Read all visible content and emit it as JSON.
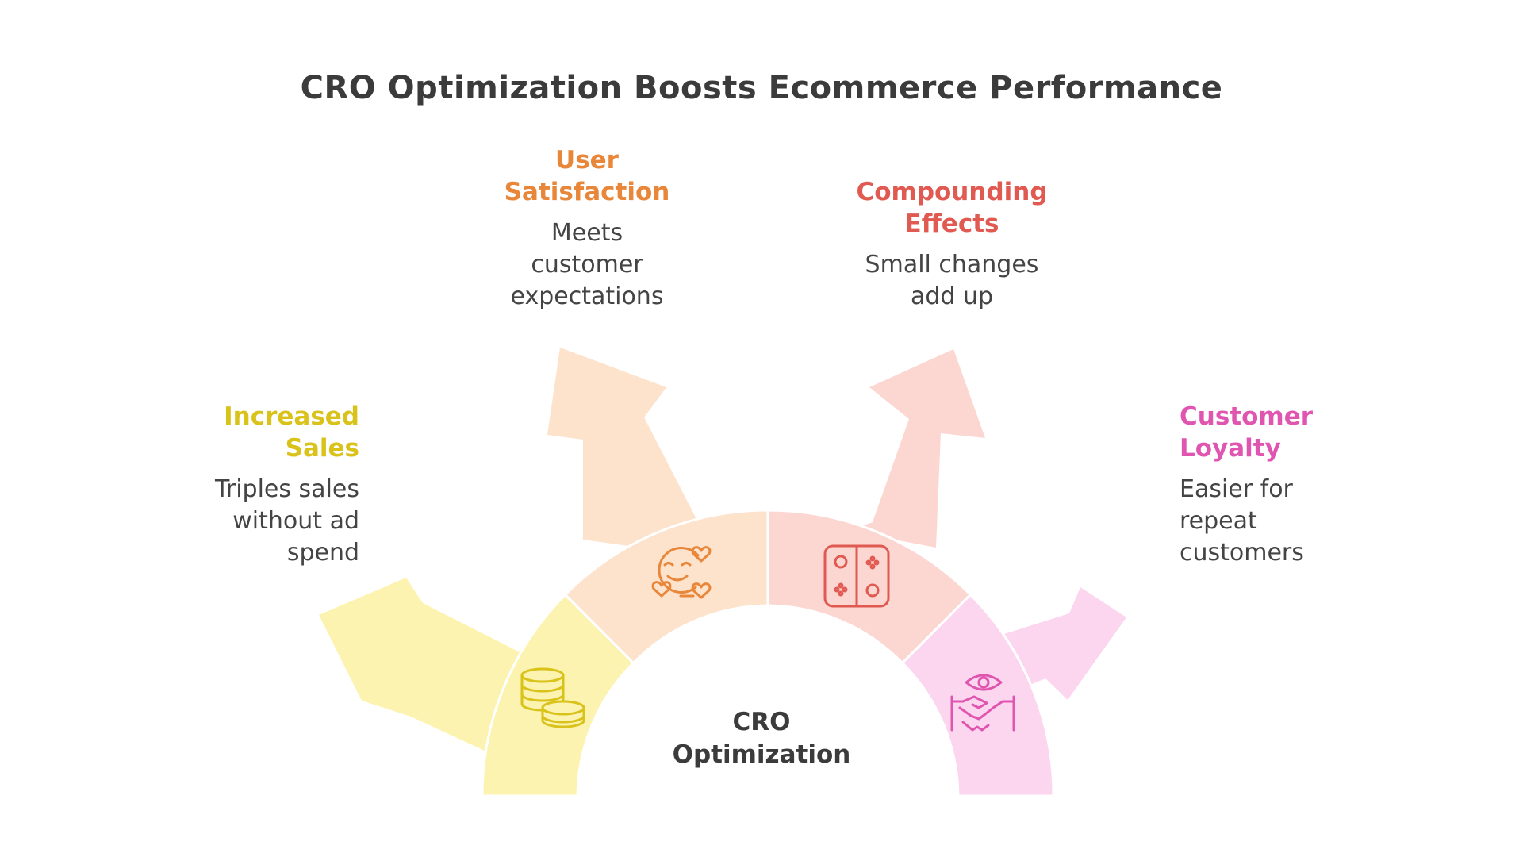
{
  "title": "CRO Optimization Boosts Ecommerce Performance",
  "center": {
    "line1": "CRO",
    "line2": "Optimization"
  },
  "branches": [
    {
      "id": "increased-sales",
      "title_line1": "Increased",
      "title_line2": "Sales",
      "desc_line1": "Triples sales",
      "desc_line2": "without ad",
      "desc_line3": "spend",
      "color": "#d9c21a",
      "fill": "#fcf3b0",
      "icon": "coins-icon"
    },
    {
      "id": "user-satisfaction",
      "title_line1": "User",
      "title_line2": "Satisfaction",
      "desc_line1": "Meets",
      "desc_line2": "customer",
      "desc_line3": "expectations",
      "color": "#e8873a",
      "fill": "#fde2cc",
      "icon": "smiling-face-hearts-icon"
    },
    {
      "id": "compounding-effects",
      "title_line1": "Compounding",
      "title_line2": "Effects",
      "desc_line1": "Small changes",
      "desc_line2": "add up",
      "color": "#e05a52",
      "fill": "#fcd7d2",
      "icon": "game-controller-icon"
    },
    {
      "id": "customer-loyalty",
      "title_line1": "Customer",
      "title_line2": "Loyalty",
      "desc_line1": "Easier for",
      "desc_line2": "repeat",
      "desc_line3": "customers",
      "color": "#e055b0",
      "fill": "#fbd6ee",
      "icon": "handshake-eye-icon"
    }
  ]
}
